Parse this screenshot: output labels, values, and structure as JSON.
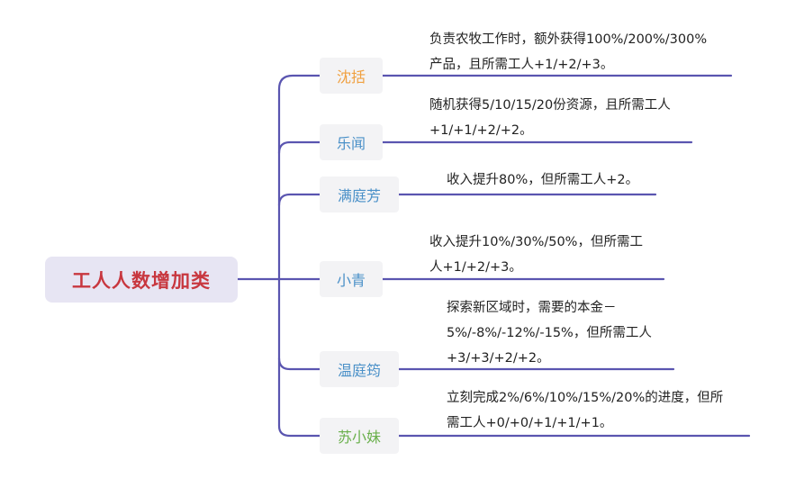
{
  "root": {
    "label": "工人人数增加类",
    "color": "#c8373f"
  },
  "line_color": "#5a55b0",
  "branches": [
    {
      "name": "沈括",
      "color": "#f0a040",
      "lines": [
        "负责农牧工作时，额外获得100%/200%/300%",
        "产品，且所需工人+1/+2/+3。"
      ]
    },
    {
      "name": "乐闻",
      "color": "#4a90c8",
      "lines": [
        "随机获得5/10/15/20份资源，且所需工人",
        "+1/+1/+2/+2。"
      ]
    },
    {
      "name": "满庭芳",
      "color": "#4a90c8",
      "lines": [
        "收入提升80%，但所需工人+2。"
      ]
    },
    {
      "name": "小青",
      "color": "#4a90c8",
      "lines": [
        "收入提升10%/30%/50%，但所需工",
        "人+1/+2/+3。"
      ]
    },
    {
      "name": "温庭筠",
      "color": "#4a90c8",
      "lines": [
        "探索新区域时，需要的本金－",
        "5%/-8%/-12%/-15%，但所需工人",
        "+3/+3/+2/+2。"
      ]
    },
    {
      "name": "苏小妹",
      "color": "#6ab04c",
      "lines": [
        "立刻完成2%/6%/10%/15%/20%的进度，但所",
        "需工人+0/+0/+1/+1/+1。"
      ]
    }
  ]
}
